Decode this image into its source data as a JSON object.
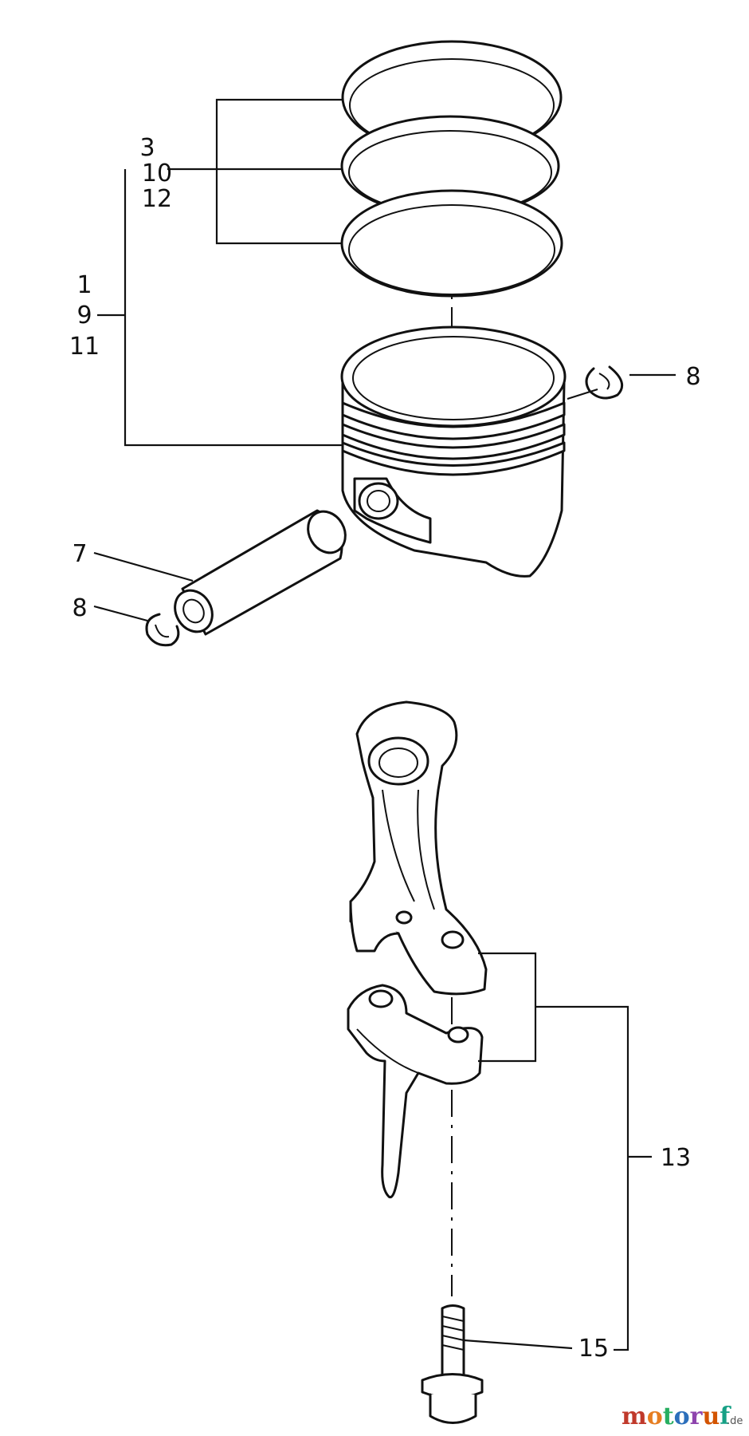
{
  "callouts": {
    "rings_group": [
      "3",
      "10",
      "12"
    ],
    "piston_group": [
      "1",
      "9",
      "11"
    ],
    "clip_right": "8",
    "pin": "7",
    "clip_left": "8",
    "rod_assembly": "13",
    "bolt": "15"
  },
  "watermark": {
    "parts": [
      "m",
      "o",
      "t",
      "o",
      "r",
      "u",
      "f"
    ],
    "suffix": ".de",
    "colors": [
      "#c0392b",
      "#e67e22",
      "#27ae60",
      "#2c6fbb",
      "#8e44ad",
      "#d35400",
      "#16a085"
    ]
  }
}
